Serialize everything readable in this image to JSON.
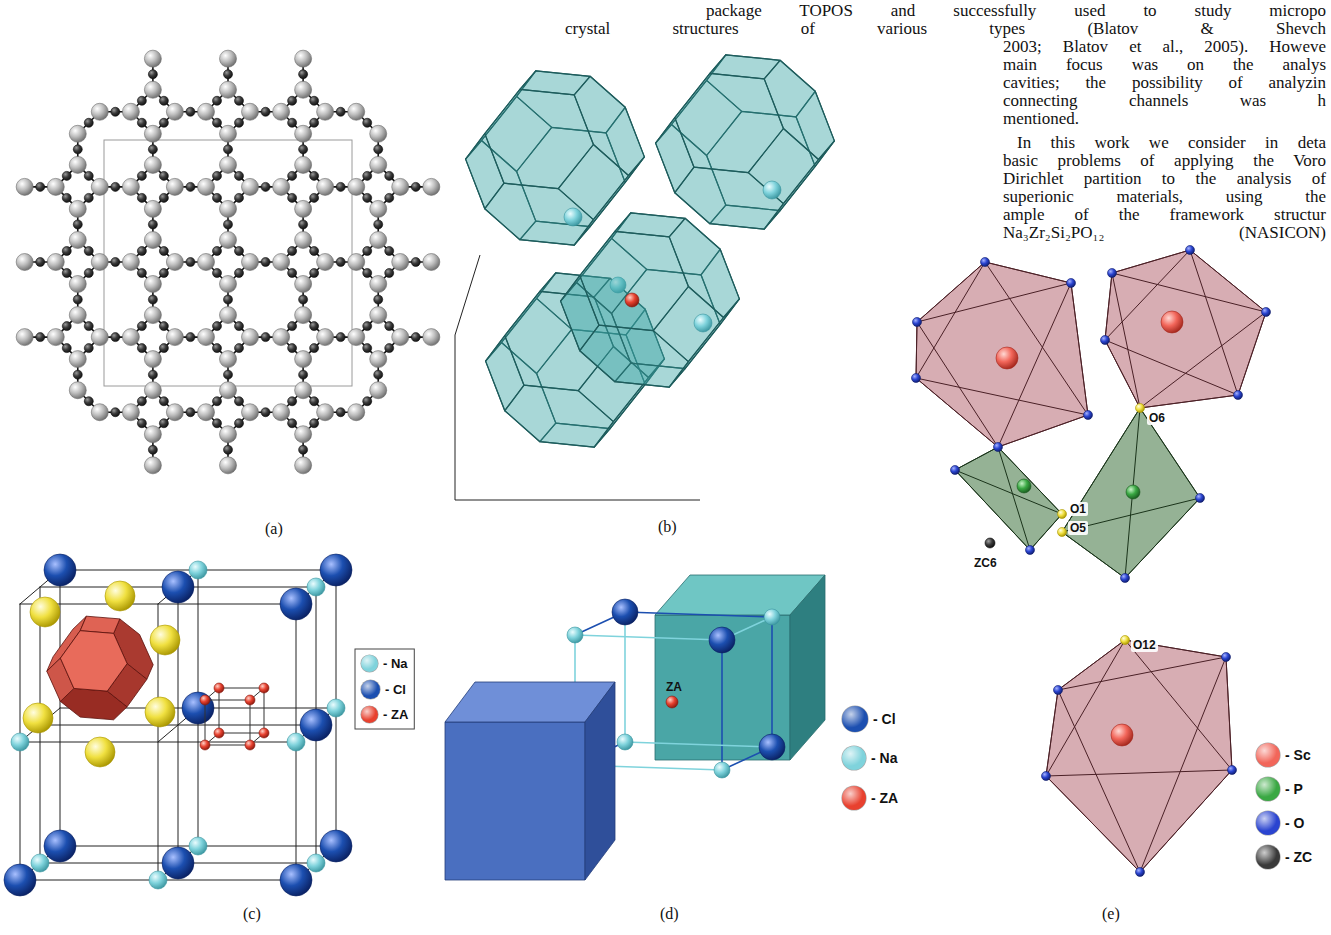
{
  "diagram": {
    "labels": [
      "package TOPOS and successfully used to study micropo",
      "crystal structures of various types (Blatov & Shevch",
      "2003; Blatov et al., 2005). Howeve",
      "main focus was on the analys",
      "cavities; the possibility of analyzin",
      "connecting channels was h",
      "mentioned.",
      "In this work we consider in deta",
      "basic problems of applying the Voro",
      "Dirichlet partition to the analysis of",
      "superionic materials, using the",
      "ample of the framework structur",
      "Na₃Zr₂Si₂PO₁₂ (NASICON)",
      "(a)",
      "(b)",
      "(c)",
      "(d)",
      "(e)",
      "ZA",
      "O6",
      "O1",
      "O5",
      "ZC6",
      "O12"
    ],
    "legend": [
      {
        "text": "- Na",
        "color": "#7fd3dc"
      },
      {
        "text": "- Cl",
        "color": "#1c4fb0"
      },
      {
        "text": "- ZA",
        "color": "#e8412f"
      },
      {
        "text": "- Cl",
        "color": "#1c4fb0"
      },
      {
        "text": "- Na",
        "color": "#7fd3dc"
      },
      {
        "text": "- ZA",
        "color": "#e8412f"
      },
      {
        "text": "- Sc",
        "color": "#f2665a"
      },
      {
        "text": "- P",
        "color": "#3aa843"
      },
      {
        "text": "- O",
        "color": "#2a44d0"
      },
      {
        "text": "- ZC",
        "color": "#3a3a3a"
      }
    ]
  }
}
